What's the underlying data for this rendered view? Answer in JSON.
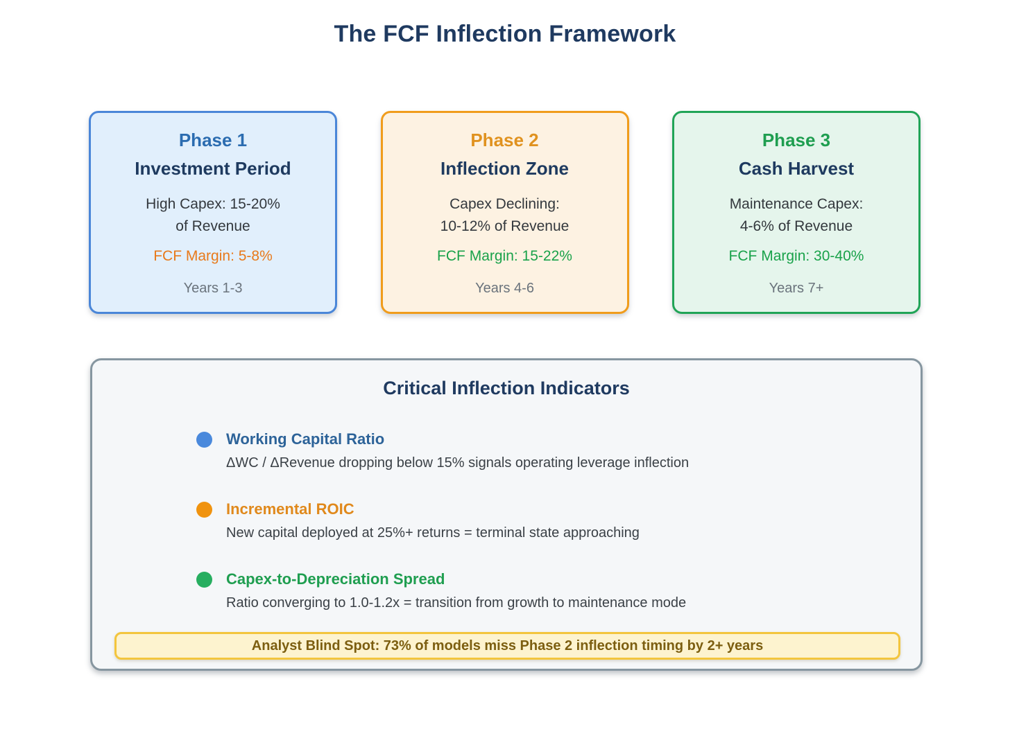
{
  "title": "The FCF Inflection Framework",
  "colors": {
    "title_navy": "#1f3a60",
    "phase1_accent": "#2b6cb0",
    "phase1_border": "#4a86d8",
    "phase1_bg": "#e1effc",
    "phase2_accent": "#e0921f",
    "phase2_border": "#f09c1c",
    "phase2_bg": "#fdf2e2",
    "phase3_accent": "#1f9e50",
    "phase3_border": "#21a457",
    "phase3_bg": "#e5f5ec",
    "fcf_margin_orange": "#e8791a",
    "fcf_margin_green": "#19a24a",
    "panel_bg": "#f5f7f9",
    "panel_border": "#8696a0",
    "bullet_blue": "#4a89dc",
    "bullet_orange": "#f0930f",
    "bullet_green": "#27ae60",
    "callout_bg": "#fdf3cf",
    "callout_border": "#f3c53d",
    "callout_text": "#7c5e10"
  },
  "phases": [
    {
      "phase_label": "Phase 1",
      "name": "Investment Period",
      "capex_line1": "High Capex: 15-20%",
      "capex_line2": "of Revenue",
      "fcf_margin": "FCF Margin: 5-8%",
      "years": "Years 1-3"
    },
    {
      "phase_label": "Phase 2",
      "name": "Inflection Zone",
      "capex_line1": "Capex Declining:",
      "capex_line2": "10-12% of Revenue",
      "fcf_margin": "FCF Margin: 15-22%",
      "years": "Years 4-6"
    },
    {
      "phase_label": "Phase 3",
      "name": "Cash Harvest",
      "capex_line1": "Maintenance Capex:",
      "capex_line2": "4-6% of Revenue",
      "fcf_margin": "FCF Margin: 30-40%",
      "years": "Years 7+"
    }
  ],
  "indicators_panel": {
    "title": "Critical Inflection Indicators",
    "indicators": [
      {
        "title": "Working Capital Ratio",
        "description": "ΔWC / ΔRevenue dropping below 15% signals operating leverage inflection"
      },
      {
        "title": "Incremental ROIC",
        "description": "New capital deployed at 25%+ returns = terminal state approaching"
      },
      {
        "title": "Capex-to-Depreciation Spread",
        "description": "Ratio converging to 1.0-1.2x = transition from growth to maintenance mode"
      }
    ],
    "callout": "Analyst Blind Spot: 73% of models miss Phase 2 inflection timing by 2+ years"
  }
}
